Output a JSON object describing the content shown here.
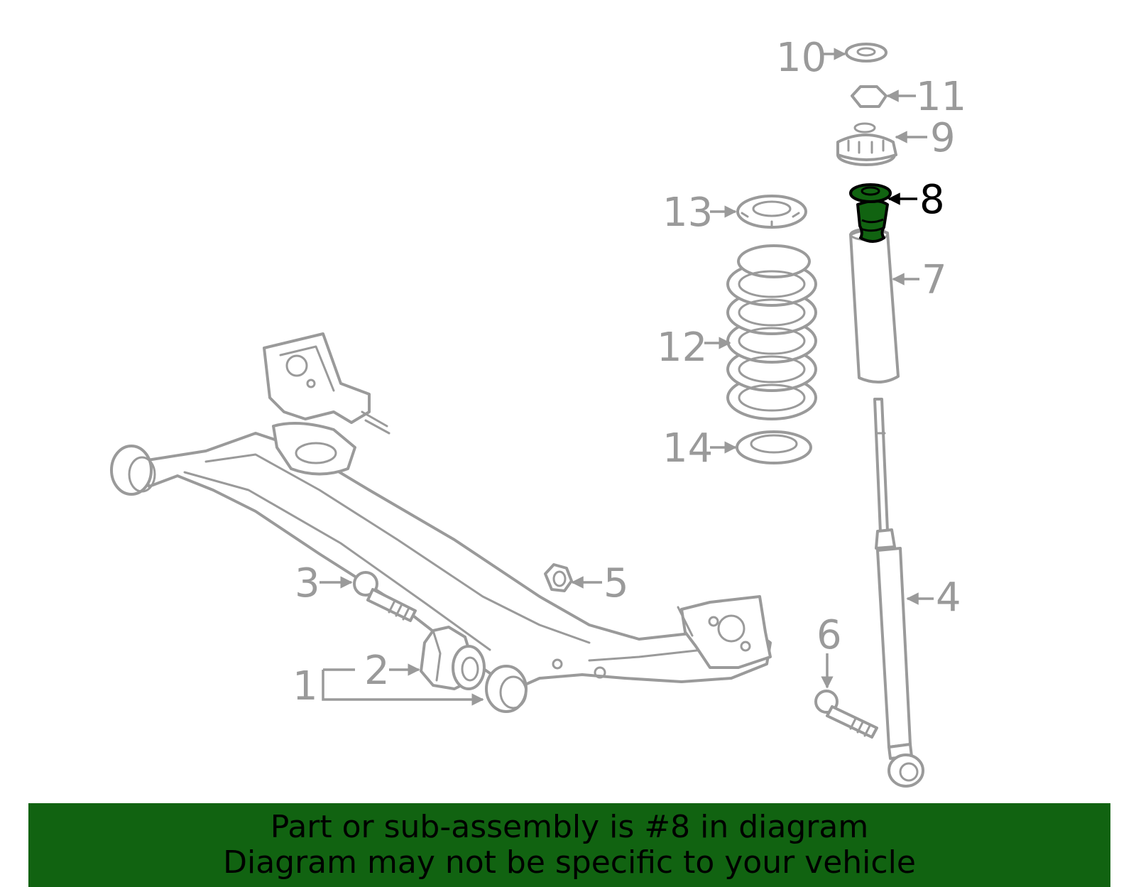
{
  "colors": {
    "highlight": "#116311",
    "part_outline": "#9a9a9a",
    "banner_bg": "#116311",
    "banner_text": "#000000"
  },
  "highlighted_part": "8",
  "callouts": [
    "1",
    "2",
    "3",
    "4",
    "5",
    "6",
    "7",
    "8",
    "9",
    "10",
    "11",
    "12",
    "13",
    "14"
  ],
  "banner": {
    "line1": "Part or sub-assembly is #8 in diagram",
    "line2": "Diagram may not be specific to your vehicle"
  }
}
